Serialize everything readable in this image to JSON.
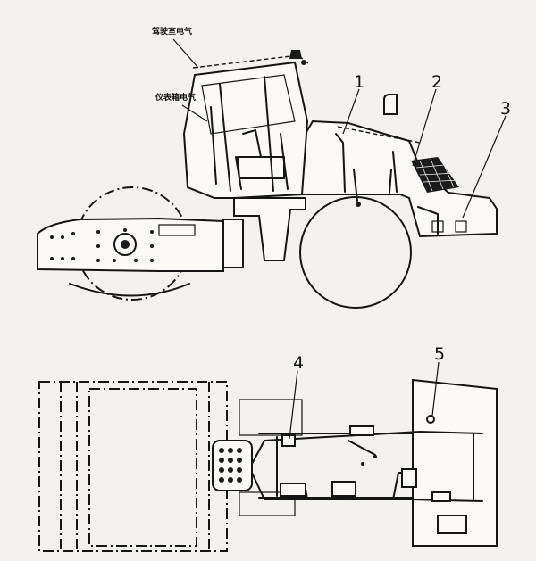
{
  "callouts": [
    {
      "id": "1",
      "label": "1"
    },
    {
      "id": "2",
      "label": "2"
    },
    {
      "id": "3",
      "label": "3"
    },
    {
      "id": "4",
      "label": "4"
    },
    {
      "id": "5",
      "label": "5"
    }
  ],
  "side_labels": {
    "cab_top": "驾驶室电气",
    "instrument": "仪表箱电气"
  }
}
